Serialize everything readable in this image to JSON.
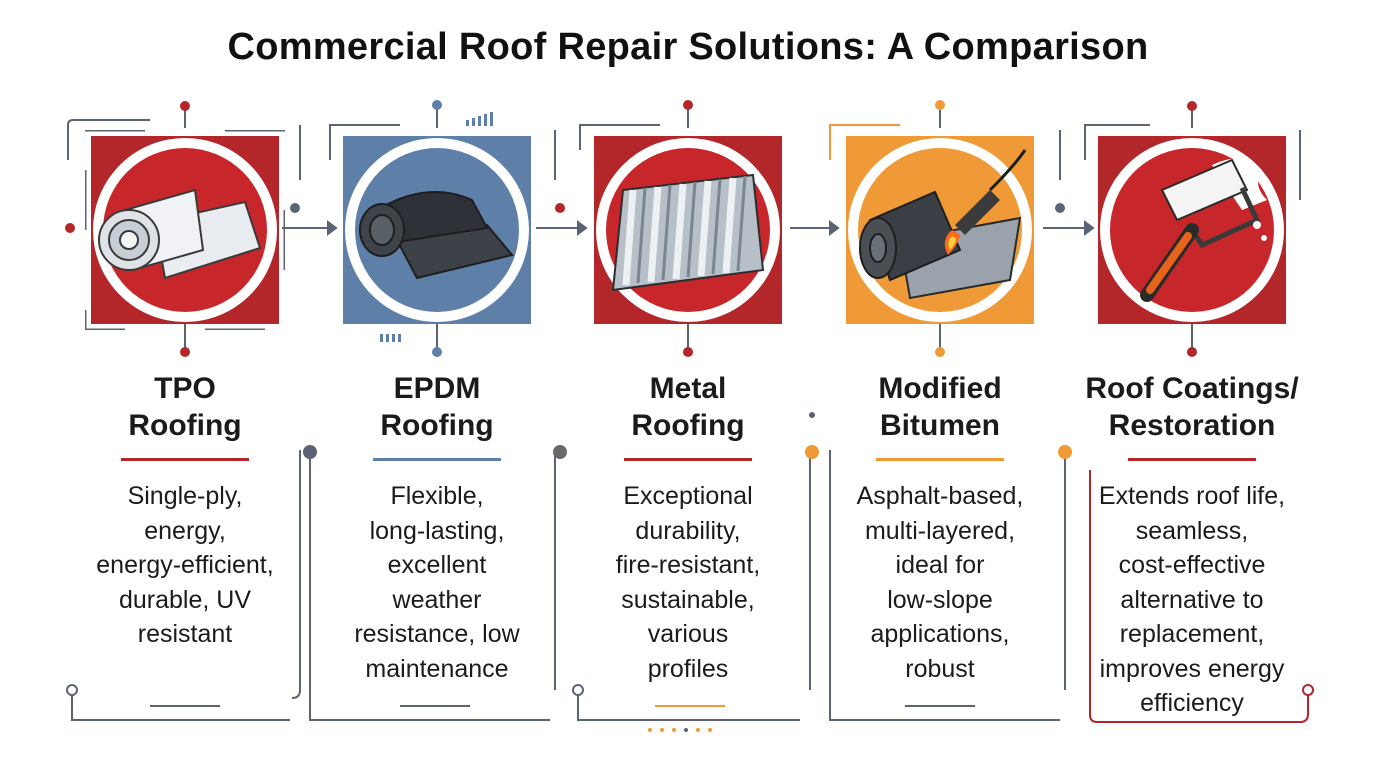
{
  "title": "Commercial Roof Repair Solutions: A Comparison",
  "colors": {
    "red": "#b3272b",
    "blue": "#5d7fa8",
    "orange": "#ef9a36",
    "frame": "#5a6474"
  },
  "items": [
    {
      "title": "TPO\nRoofing",
      "description": "Single-ply,\nenergy,\nenergy-efficient,\ndurable, UV\nresistant",
      "accent": "red",
      "icon": "tpo-membrane-roll-icon"
    },
    {
      "title": "EPDM\nRoofing",
      "description": "Flexible,\nlong-lasting,\nexcellent\nweather\nresistance, low\nmaintenance",
      "accent": "blue",
      "icon": "epdm-rubber-roll-icon"
    },
    {
      "title": "Metal\nRoofing",
      "description": "Exceptional\ndurability,\nfire-resistant,\nsustainable,\nvarious\nprofiles",
      "accent": "red",
      "icon": "corrugated-metal-sheet-icon"
    },
    {
      "title": "Modified\nBitumen",
      "description": "Asphalt-based,\nmulti-layered,\nideal for\nlow-slope\napplications,\nrobust",
      "accent": "orange",
      "icon": "torch-applied-bitumen-icon"
    },
    {
      "title": "Roof Coatings/\nRestoration",
      "description": "Extends roof life,\nseamless,\ncost-effective\nalternative to\nreplacement,\nimproves energy\nefficiency",
      "accent": "red",
      "icon": "paint-roller-icon"
    }
  ]
}
